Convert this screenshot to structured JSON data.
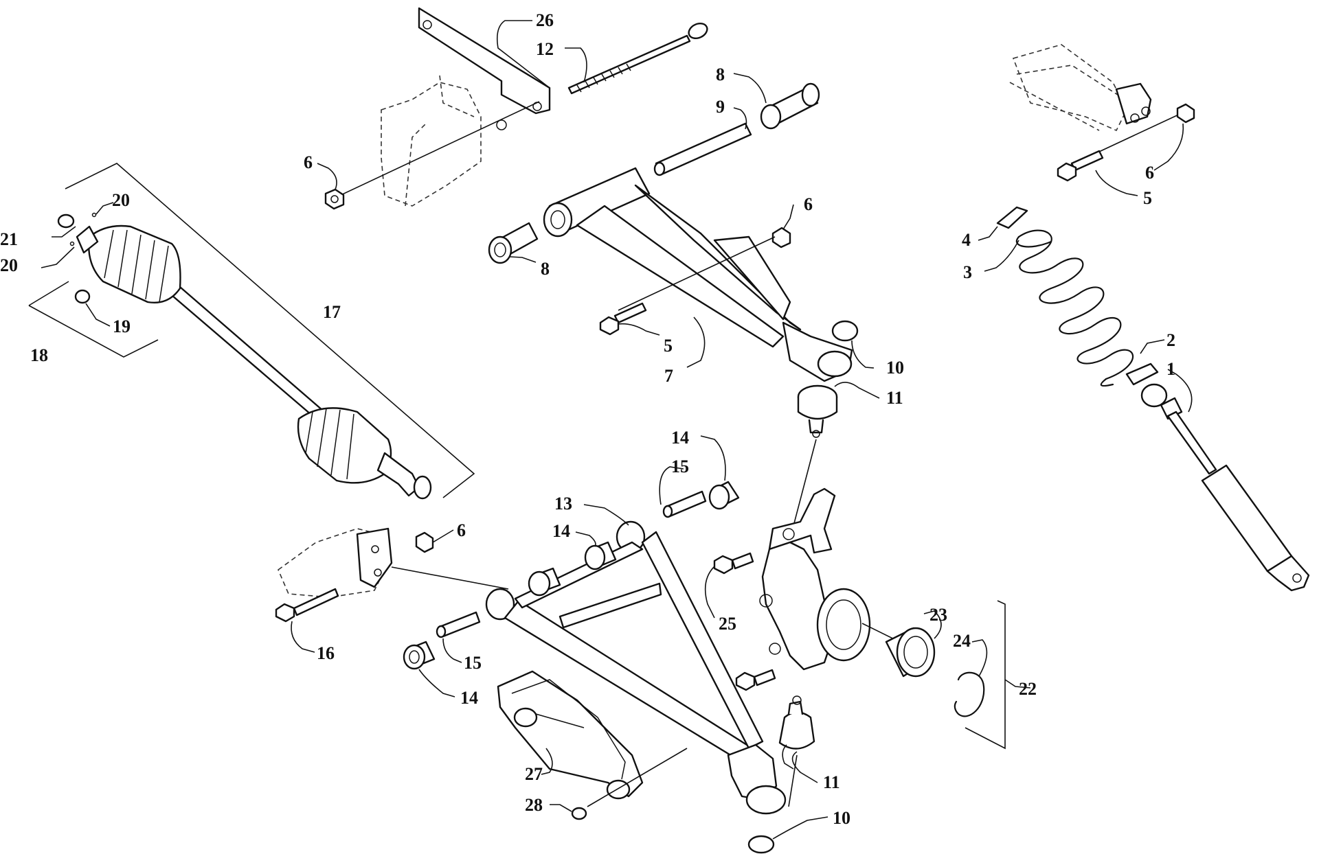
{
  "callouts": [
    {
      "id": "c26",
      "text": "26"
    },
    {
      "id": "c12",
      "text": "12"
    },
    {
      "id": "c8a",
      "text": "8"
    },
    {
      "id": "c9",
      "text": "9"
    },
    {
      "id": "c6a",
      "text": "6"
    },
    {
      "id": "c6b",
      "text": "6"
    },
    {
      "id": "c6c",
      "text": "6"
    },
    {
      "id": "c6d",
      "text": "6"
    },
    {
      "id": "c8b",
      "text": "8"
    },
    {
      "id": "c5a",
      "text": "5"
    },
    {
      "id": "c5b",
      "text": "5"
    },
    {
      "id": "c7",
      "text": "7"
    },
    {
      "id": "c10a",
      "text": "10"
    },
    {
      "id": "c10b",
      "text": "10"
    },
    {
      "id": "c11a",
      "text": "11"
    },
    {
      "id": "c11b",
      "text": "11"
    },
    {
      "id": "c20a",
      "text": "20"
    },
    {
      "id": "c20b",
      "text": "20"
    },
    {
      "id": "c21",
      "text": "21"
    },
    {
      "id": "c19",
      "text": "19"
    },
    {
      "id": "c18",
      "text": "18"
    },
    {
      "id": "c17",
      "text": "17"
    },
    {
      "id": "c4",
      "text": "4"
    },
    {
      "id": "c3",
      "text": "3"
    },
    {
      "id": "c2",
      "text": "2"
    },
    {
      "id": "c1",
      "text": "1"
    },
    {
      "id": "c14a",
      "text": "14"
    },
    {
      "id": "c14b",
      "text": "14"
    },
    {
      "id": "c14c",
      "text": "14"
    },
    {
      "id": "c15a",
      "text": "15"
    },
    {
      "id": "c15b",
      "text": "15"
    },
    {
      "id": "c13",
      "text": "13"
    },
    {
      "id": "c16",
      "text": "16"
    },
    {
      "id": "c25",
      "text": "25"
    },
    {
      "id": "c23",
      "text": "23"
    },
    {
      "id": "c24",
      "text": "24"
    },
    {
      "id": "c22",
      "text": "22"
    },
    {
      "id": "c27",
      "text": "27"
    },
    {
      "id": "c28",
      "text": "28"
    }
  ]
}
